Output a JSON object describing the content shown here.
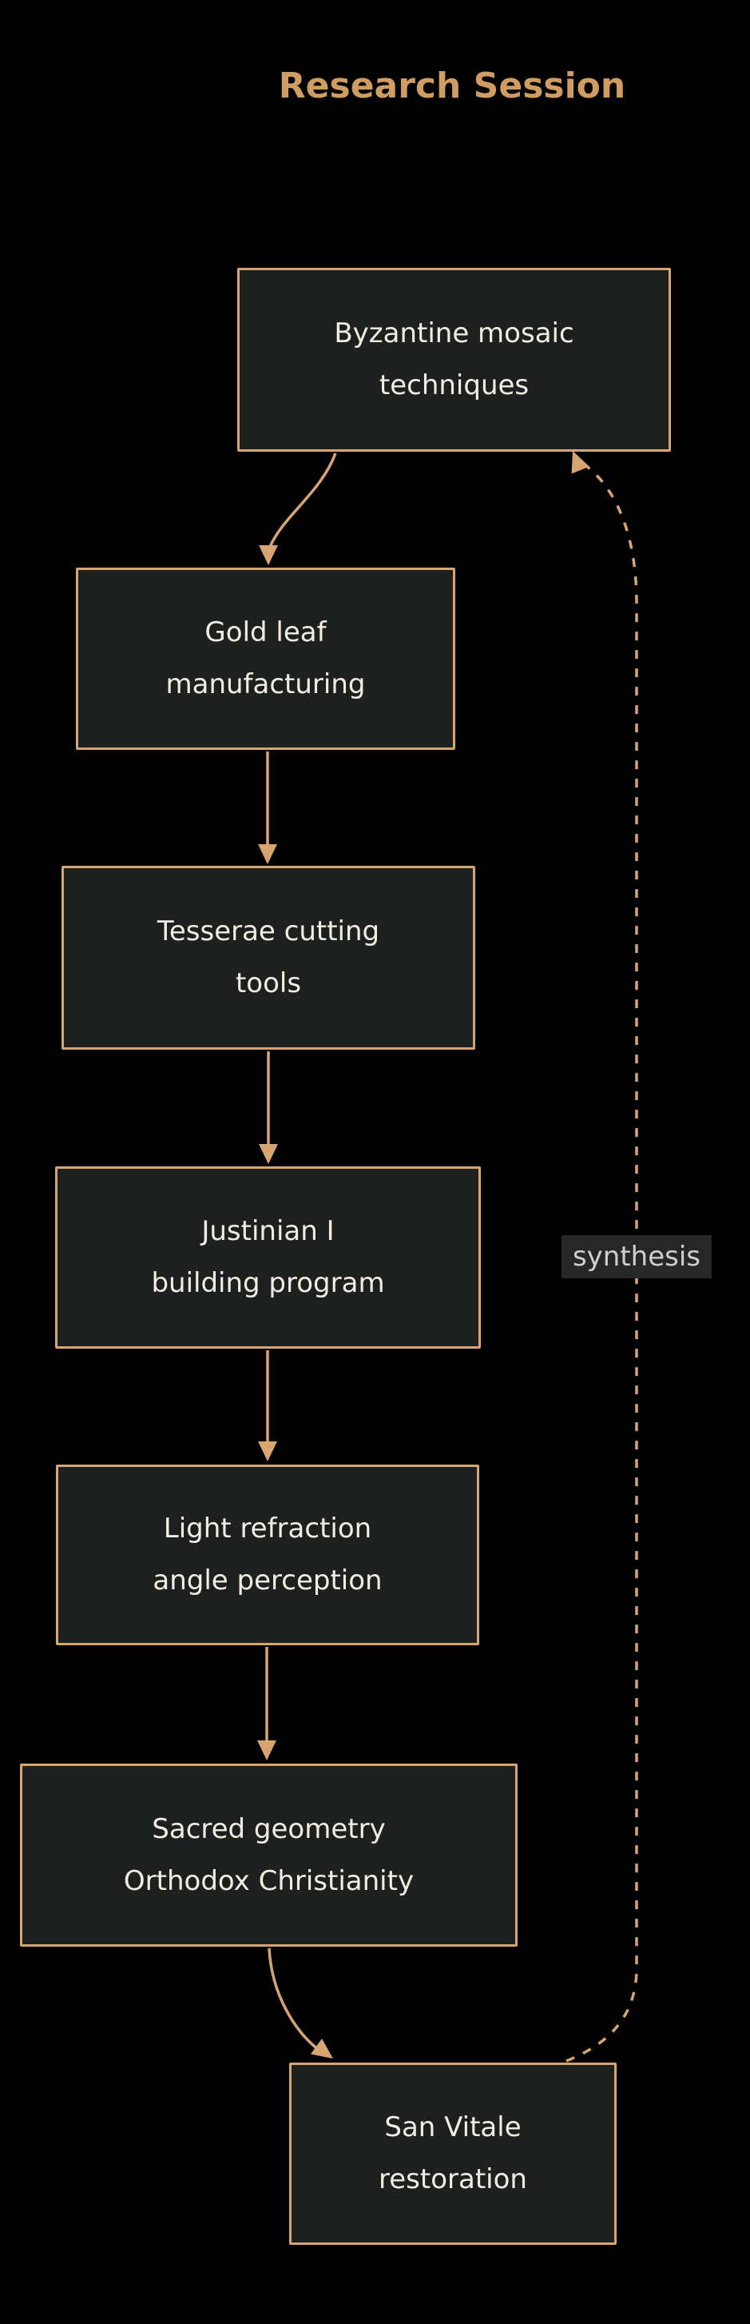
{
  "diagram": {
    "title": "Research Session",
    "type": "flowchart-top-down",
    "nodes": [
      {
        "label": "Byzantine mosaic\ntechniques"
      },
      {
        "label": "Gold leaf\nmanufacturing"
      },
      {
        "label": "Tesserae cutting\ntools"
      },
      {
        "label": "Justinian I\nbuilding program"
      },
      {
        "label": "Light refraction\nangle perception"
      },
      {
        "label": "Sacred geometry\nOrthodox Christianity"
      },
      {
        "label": "San Vitale\nrestoration"
      }
    ],
    "edges": [
      {
        "from": "Byzantine mosaic techniques",
        "to": "Gold leaf manufacturing",
        "style": "solid",
        "label": ""
      },
      {
        "from": "Gold leaf manufacturing",
        "to": "Tesserae cutting tools",
        "style": "solid",
        "label": ""
      },
      {
        "from": "Tesserae cutting tools",
        "to": "Justinian I building program",
        "style": "solid",
        "label": ""
      },
      {
        "from": "Justinian I building program",
        "to": "Light refraction angle perception",
        "style": "solid",
        "label": ""
      },
      {
        "from": "Light refraction angle perception",
        "to": "Sacred geometry Orthodox Christianity",
        "style": "solid",
        "label": ""
      },
      {
        "from": "Sacred geometry Orthodox Christianity",
        "to": "San Vitale restoration",
        "style": "solid",
        "label": ""
      },
      {
        "from": "San Vitale restoration",
        "to": "Byzantine mosaic techniques",
        "style": "dashed",
        "label": "synthesis"
      }
    ],
    "colors": {
      "background": "#000000",
      "node_fill": "#1e1f1f",
      "node_border": "#d7a571",
      "node_text": "#f1ede2",
      "edge": "#d7a571",
      "edge_label_text": "#cecece",
      "edge_label_bg": "#272727",
      "title_text": "#cf9c62"
    }
  }
}
